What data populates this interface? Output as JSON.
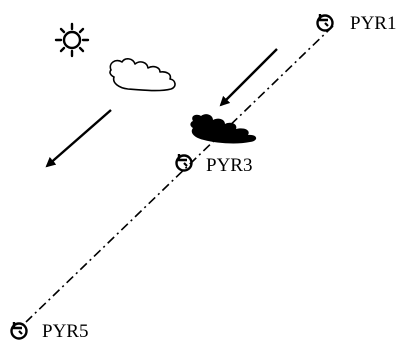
{
  "stations": [
    {
      "id": "pyr1",
      "label": "PYR1"
    },
    {
      "id": "pyr3",
      "label": "PYR3"
    },
    {
      "id": "pyr5",
      "label": "PYR5"
    }
  ],
  "icons": {
    "sun": "sun-icon",
    "cloud_outline": "cloud-outline-icon",
    "cloud_filled": "cloud-filled-icon",
    "station": "pyranometer-icon"
  },
  "colors": {
    "ink": "#000000",
    "background": "#ffffff"
  }
}
